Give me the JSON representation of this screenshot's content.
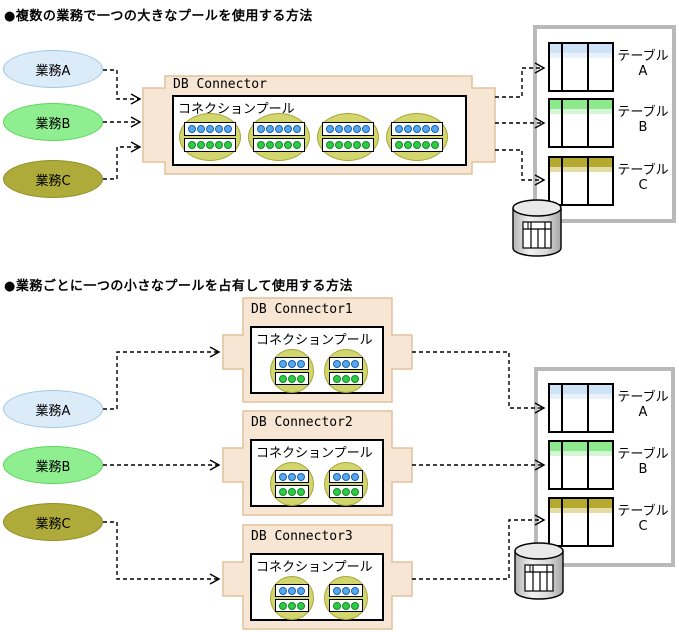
{
  "sections": [
    {
      "title": "●複数の業務で一つの大きなプールを使用する方法",
      "tasks": [
        {
          "label": "業務A"
        },
        {
          "label": "業務B"
        },
        {
          "label": "業務C"
        }
      ],
      "connector": {
        "title": "DB Connector",
        "pool_label": "コネクションプール"
      },
      "tables": [
        {
          "name": "テーブル",
          "letter": "A"
        },
        {
          "name": "テーブル",
          "letter": "B"
        },
        {
          "name": "テーブル",
          "letter": "C"
        }
      ]
    },
    {
      "title": "●業務ごとに一つの小さなプールを占有して使用する方法",
      "tasks": [
        {
          "label": "業務A"
        },
        {
          "label": "業務B"
        },
        {
          "label": "業務C"
        }
      ],
      "connectors": [
        {
          "title": "DB Connector1",
          "pool_label": "コネクションプール"
        },
        {
          "title": "DB Connector2",
          "pool_label": "コネクションプール"
        },
        {
          "title": "DB Connector3",
          "pool_label": "コネクションプール"
        }
      ],
      "tables": [
        {
          "name": "テーブル",
          "letter": "A"
        },
        {
          "name": "テーブル",
          "letter": "B"
        },
        {
          "name": "テーブル",
          "letter": "C"
        }
      ]
    }
  ],
  "pool": {
    "units_large": 4,
    "units_small_per_connector": 2,
    "dots_per_row_large": 5,
    "dots_per_row_small": 3
  },
  "icons": {
    "database": "database-cylinder-icon",
    "table": "table-grid-icon"
  },
  "colors": {
    "task_a_fill": "#dcebf8",
    "task_a_border": "#9ec7e8",
    "task_b_fill": "#8fee8f",
    "task_b_border": "#59d659",
    "task_c_fill": "#aeab3a",
    "task_c_border": "#8f8d26",
    "connector_fill": "#f7e6d3",
    "connector_border": "#e0c29c",
    "pool_fill": "#d3d56d",
    "pool_border": "#a3a73a",
    "dot_blue": "#55aaee",
    "dot_blue_border": "#1a5fb0",
    "dot_green": "#2ecc44",
    "dot_green_border": "#12892a",
    "table_a_hdr": "#cfe3f7",
    "table_a_hdr2": "#e9f1fb",
    "table_b_hdr": "#8cea8c",
    "table_b_hdr2": "#d4f6d4",
    "table_c_hdr": "#b5a930",
    "table_c_hdr2": "#e3dca4",
    "container_border": "#b9b9b9"
  }
}
